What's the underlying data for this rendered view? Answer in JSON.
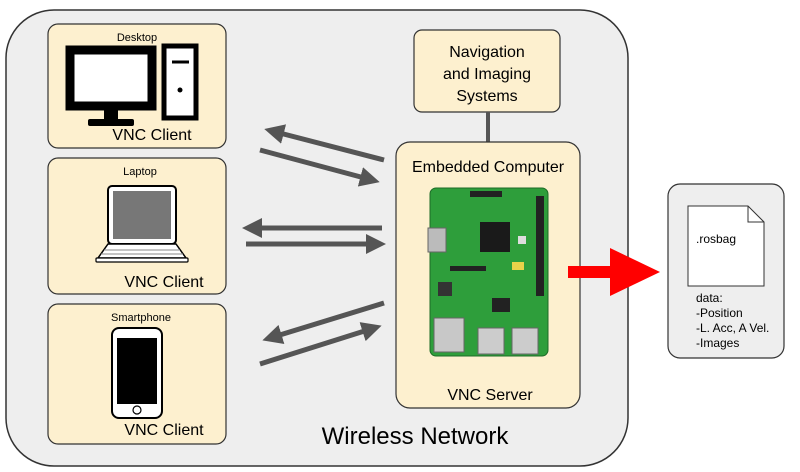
{
  "network": {
    "label": "Wireless Network"
  },
  "clients": [
    {
      "device": "Desktop",
      "role": "VNC Client"
    },
    {
      "device": "Laptop",
      "role": "VNC Client"
    },
    {
      "device": "Smartphone",
      "role": "VNC Client"
    }
  ],
  "navigation": {
    "line1": "Navigation",
    "line2": "and Imaging",
    "line3": "Systems"
  },
  "server": {
    "title": "Embedded Computer",
    "role": "VNC Server"
  },
  "output": {
    "file_name": ".rosbag",
    "data_lines": [
      "data:",
      "-Position",
      "-L. Acc, A Vel.",
      "-Images"
    ]
  },
  "colors": {
    "network_bg": "#eeeeee",
    "box_fill": "#fdf0cf",
    "arrow_gray": "#555555",
    "arrow_red": "#ff0000",
    "board_green": "#2e9e3b"
  }
}
